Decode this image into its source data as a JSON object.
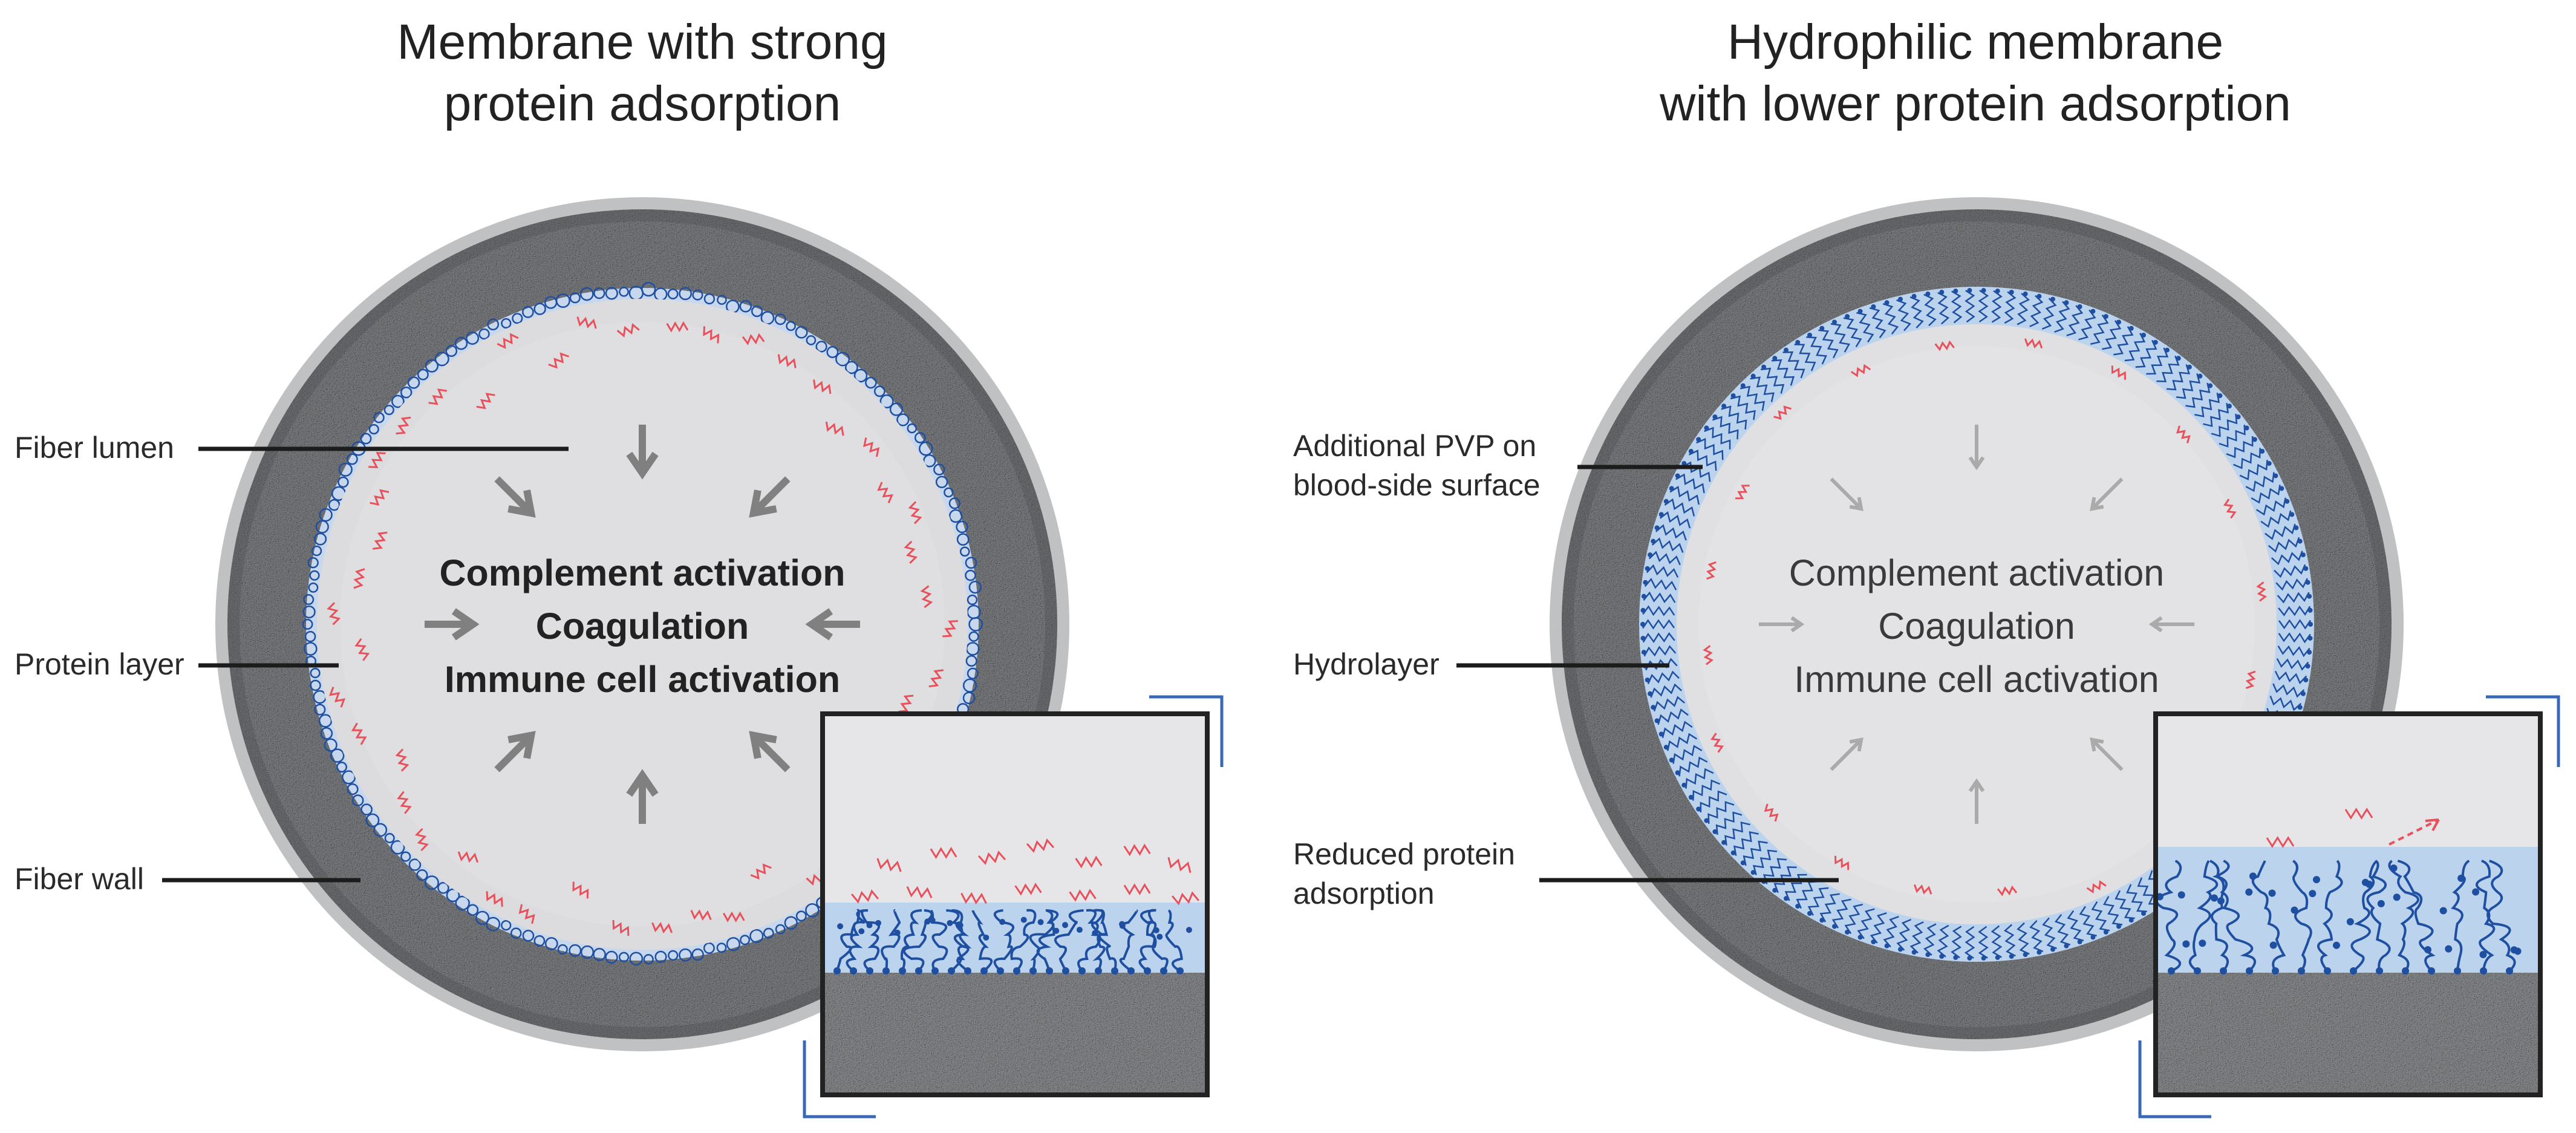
{
  "panels": [
    {
      "title_line1": "Membrane with strong",
      "title_line2": "protein adsorption",
      "center_lines": [
        "Complement activation",
        "Coagulation",
        "Immune cell activation"
      ],
      "labels": {
        "fiber_lumen": "Fiber lumen",
        "protein_layer": "Protein layer",
        "fiber_wall": "Fiber wall"
      }
    },
    {
      "title_line1": "Hydrophilic membrane",
      "title_line2": "with lower protein adsorption",
      "center_lines": [
        "Complement activation",
        "Coagulation",
        "Immune cell activation"
      ],
      "labels": {
        "pvp_line1": "Additional PVP on",
        "pvp_line2": "blood-side surface",
        "hydrolayer": "Hydrolayer",
        "reduced_line1": "Reduced protein",
        "reduced_line2": "adsorption"
      }
    }
  ],
  "colors": {
    "fiber_wall": "#7d7f82",
    "lumen": "#dcdcde",
    "protein": "#e8505b",
    "polymer": "#1f4fa0",
    "hydrolayer": "#bcd3ee",
    "arrow_strong": "#808080",
    "arrow_weak": "#aaaaaa",
    "inset_frame": "#222222",
    "inset_bracket": "#3a68b8"
  }
}
